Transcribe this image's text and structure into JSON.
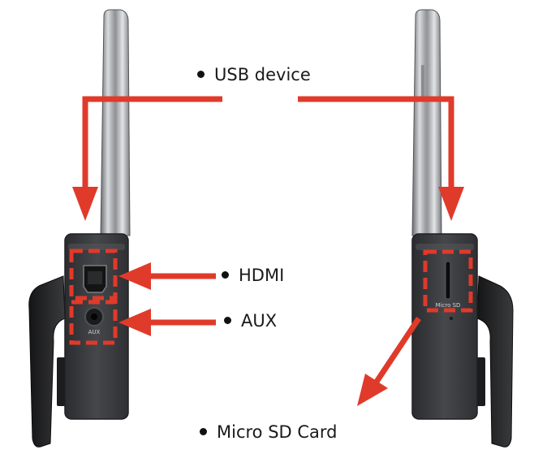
{
  "labels": {
    "usb": "USB device",
    "hdmi": "HDMI",
    "aux": "AUX",
    "microsd": "Micro SD Card"
  },
  "device_print": {
    "aux_port": "AUX",
    "sd_slot": "Micro SD"
  },
  "colors": {
    "arrow": "#e03a2a",
    "highlight_box": "#e03a2a",
    "device_body": "#3a3b3e",
    "device_edge": "#1f2022",
    "phone_frame": "#b9bbbe"
  },
  "icons": {
    "bullet": "bullet-dot-icon",
    "hdmi_port": "hdmi-port-icon",
    "aux_port": "aux-jack-icon",
    "sd_slot": "micro-sd-slot-icon"
  }
}
